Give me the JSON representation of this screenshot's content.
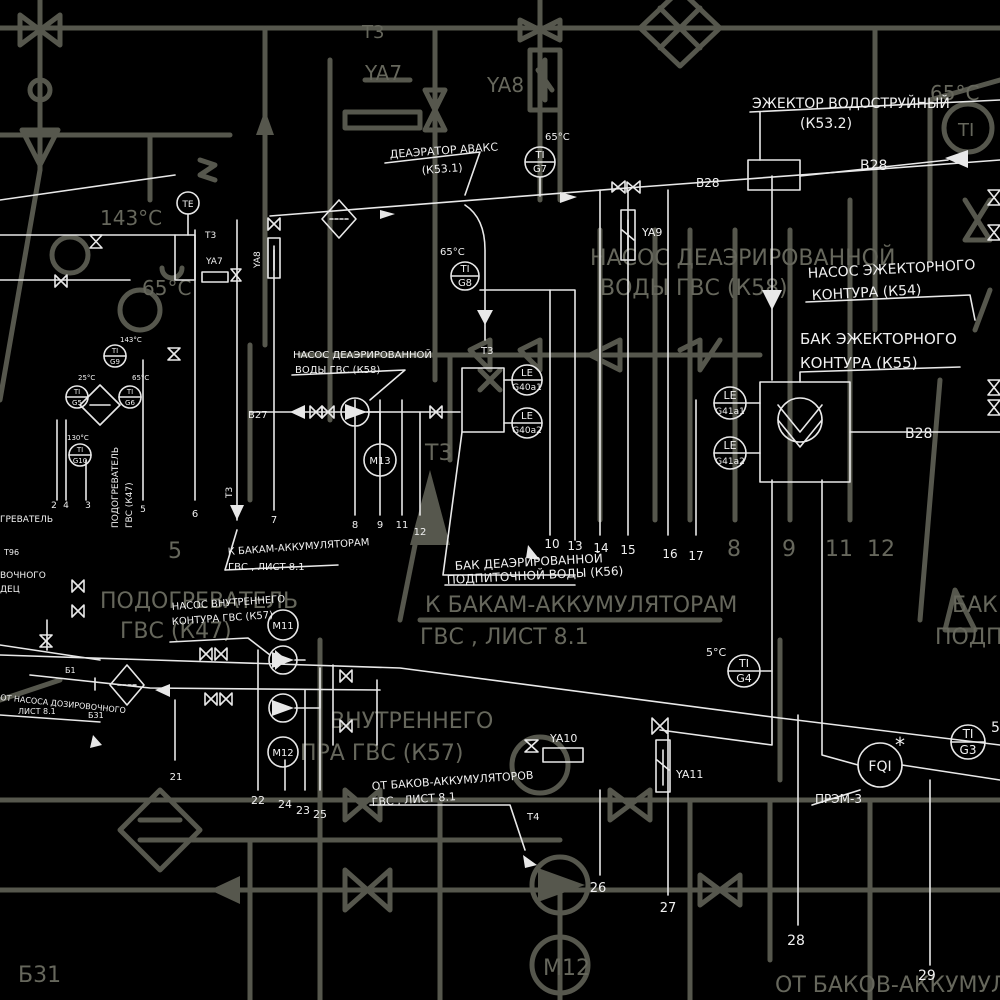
{
  "background_labels": {
    "t3_top": "T3",
    "ya7": "YA7",
    "ya8": "YA8",
    "temp_143": "143°C",
    "temp_65": "65°C",
    "pump_deaer_1": "НАСОС ДЕАЭРИРОВАННОЙ",
    "pump_deaer_2": "ВОДЫ ГВС (К58)",
    "t3_mid": "T3",
    "num_5": "5",
    "num_8": "8",
    "num_9": "9",
    "num_11": "11",
    "num_12": "12",
    "heater_1": "ПОДОГРЕВАТЕЛЬ",
    "heater_2": "ГВС (К47)",
    "to_tanks_1": "К БАКАМ-АККУМУЛЯТОРАМ",
    "to_tanks_2": "ГВС , ЛИСТ 8.1",
    "tank_1": "БАК Д",
    "tank_2": "ПОДПИ",
    "inner_1": "ВНУТРЕННЕГО",
    "inner_2": "ПРА ГВС (К57)",
    "m12": "М12",
    "from_tanks": "ОТ БАКОВ-АККУМУЛЯ",
    "b31": "Б31",
    "temp_65_ti": "65°C",
    "ti": "TI"
  },
  "labels": {
    "deaerator_1": "ДЕАЭРАТОР АВАКС",
    "deaerator_2": "(К53.1)",
    "ejector_1": "ЭЖЕКТОР ВОДОСТРУЙНЫЙ",
    "ejector_2": "(К53.2)",
    "pump_ejector_1": "НАСОС ЭЖЕКТОРНОГО",
    "pump_ejector_2": "КОНТУРА (К54)",
    "tank_ejector_1": "БАК ЭЖЕКТОРНОГО",
    "tank_ejector_2": "КОНТУРА (К55)",
    "pump_deaer_1": "НАСОС ДЕАЭРИРОВАННОЙ",
    "pump_deaer_2": "ВОДЫ ГВС (К58)",
    "to_tanks_1": "К БАКАМ-АККУМУЛЯТОРАМ",
    "to_tanks_2": "ГВС , ЛИСТ 8.1",
    "tank_deaer_1": "БАК ДЕАЭРИРОВАННОЙ",
    "tank_deaer_2": "ПОДПИТОЧНОЙ ВОДЫ (К56)",
    "pump_inner_1": "НАСОС ВНУТРЕННЕГО",
    "pump_inner_2": "КОНТУРА ГВС (К57)",
    "from_tanks_1": "ОТ БАКОВ-АККУМУЛЯТОРОВ",
    "from_tanks_2": "ГВС , ЛИСТ 8.1",
    "heater_1": "ПОДОГРЕВАТЕЛЬ",
    "heater_2": "ГВС (К47)",
    "from_pump_1": "ОТ НАСОСА ДОЗИРОВОЧНОГО",
    "from_pump_2": "ЛИСТ 8.1",
    "left_1": "ГРЕВАТЕЛЬ",
    "left_2": "ВОЧНОГО",
    "left_3": "ДЕЦ",
    "t96": "T96",
    "prem": "ПРЭМ-3",
    "pipe_b28": "B28",
    "pipe_b27": "B27",
    "pipe_b1": "Б1",
    "pipe_b31": "Б31",
    "t3": "T3",
    "t4": "T4",
    "ya7": "YA7",
    "ya8": "YA8",
    "ya9": "YA9",
    "ya10": "YA10",
    "ya11": "YA11",
    "temp_65": "65°C",
    "temp_5": "5°C",
    "temp_143": "143°C",
    "temp_25": "25°C",
    "temp_130": "130°C",
    "fqi_star": "*",
    "num_5": "5",
    "num_29": "29"
  },
  "instruments": [
    {
      "top": "TI",
      "bottom": "G7"
    },
    {
      "top": "TI",
      "bottom": "G8"
    },
    {
      "top": "LE",
      "bottom": "G40а1"
    },
    {
      "top": "LE",
      "bottom": "G40а2"
    },
    {
      "top": "LE",
      "bottom": "G41а1"
    },
    {
      "top": "LE",
      "bottom": "G41а2"
    },
    {
      "top": "TI",
      "bottom": "G4"
    },
    {
      "top": "TI",
      "bottom": "G3"
    },
    {
      "top": "FQI",
      "bottom": ""
    },
    {
      "top": "TE",
      "bottom": ""
    },
    {
      "top": "TI",
      "bottom": "G9"
    },
    {
      "top": "TI",
      "bottom": "G5"
    },
    {
      "top": "TI",
      "bottom": "G6"
    },
    {
      "top": "TI",
      "bottom": "G10"
    }
  ],
  "motors": [
    "M13",
    "M11",
    "M12"
  ],
  "numbers": {
    "upper_row": [
      "2",
      "4",
      "3",
      "5",
      "6",
      "7",
      "8",
      "9",
      "11",
      "12",
      "10",
      "13",
      "14",
      "15",
      "16",
      "17"
    ],
    "lower_row": [
      "21",
      "22",
      "24",
      "23",
      "25",
      "26",
      "27",
      "28"
    ]
  }
}
